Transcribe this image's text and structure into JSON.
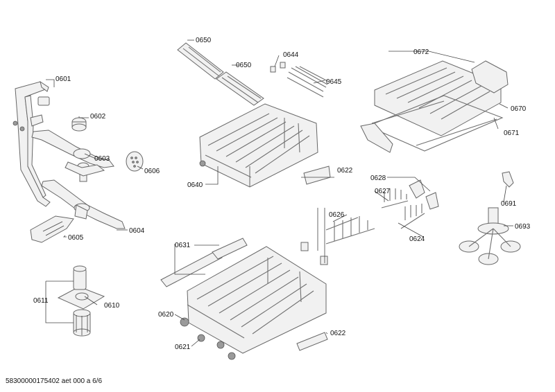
{
  "parts": {
    "p0601": "0601",
    "p0602": "0602",
    "p0603": "0603",
    "p0604": "0604",
    "p0605": "0605",
    "p0606": "0606",
    "p0610": "0610",
    "p0611": "0611",
    "p0620": "0620",
    "p0621": "0621",
    "p0622a": "0622",
    "p0622b": "0622",
    "p0624": "0624",
    "p0626": "0626",
    "p0627": "0627",
    "p0628": "0628",
    "p0631": "0631",
    "p0640": "0640",
    "p0644": "0644",
    "p0645": "0645",
    "p0650a": "0650",
    "p0650b": "0650",
    "p0670": "0670",
    "p0671": "0671",
    "p0672": "0672",
    "p0691": "0691",
    "p0693": "0693"
  },
  "footer": "58300000175402 aet 000 a 6/6"
}
